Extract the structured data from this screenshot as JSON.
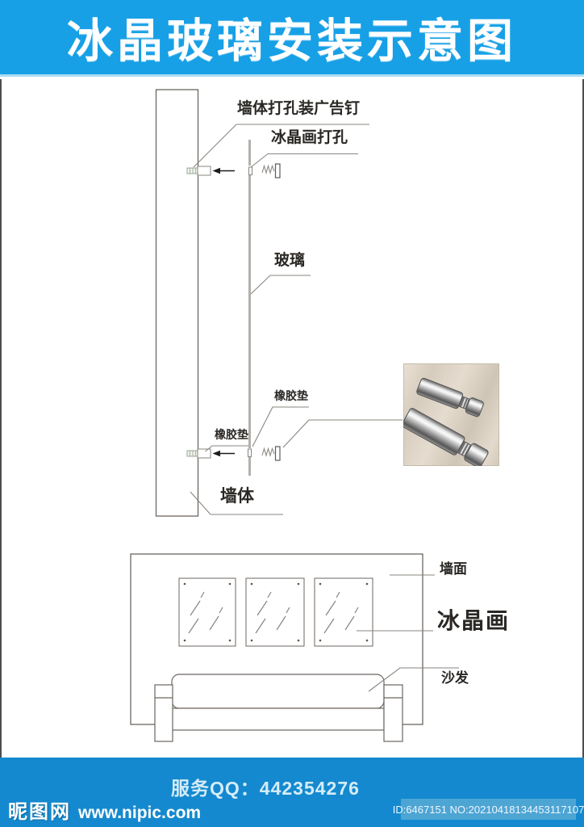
{
  "title": "冰晶玻璃安装示意图",
  "colors": {
    "header_blue": "#17a0e6",
    "footer_blue": "#1489cf",
    "id_box_blue": "#4da5d4",
    "leader_line_gray": "#8a857f",
    "wall_stroke_gray": "#6c6660",
    "glass_gray": "#b3b0ab"
  },
  "diagram": {
    "labels": {
      "wall_pin": "墙体打孔装广告钉",
      "picture_hole": "冰晶画打孔",
      "glass": "玻璃",
      "rubber_pad_top": "橡胶垫",
      "rubber_pad_left": "橡胶垫",
      "wall": "墙体"
    },
    "photo": {
      "subject": "standoff-screws-photo"
    }
  },
  "room": {
    "labels": {
      "wall_surface": "墙面",
      "ice_picture": "冰晶画",
      "sofa": "沙发"
    },
    "picture_count": 3
  },
  "footer": {
    "service_qq": "服务QQ：442354276"
  },
  "watermark": {
    "site_name": "昵图网",
    "site_url": "www.nipic.com",
    "id_text": "ID:6467151 NO:20210418134453117107"
  }
}
